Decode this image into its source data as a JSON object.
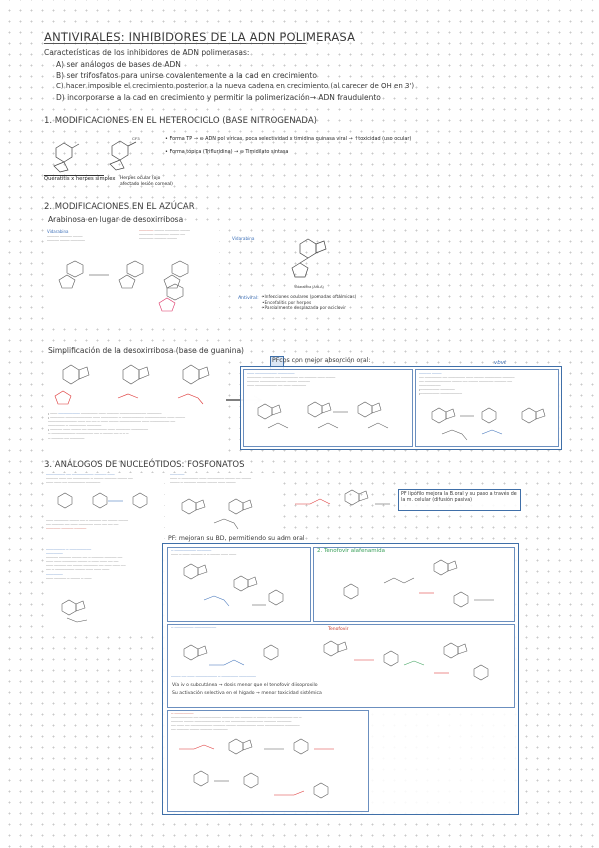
{
  "title": "ANTIVIRALES: INHIBIDORES DE LA ADN POLIMERASA",
  "intro": {
    "heading": "Características de los inhibidores de ADN polimerasas:",
    "items": [
      "A) ser análogos de bases de ADN",
      "B) ser trifosfatos para unirse covalentemente a la cad en crecimiento",
      "C) hacer imposible el crecimiento posterior a la nueva cadena en crecimiento (al carecer de OH en 3')",
      "D) incorporarse a la cad en crecimiento y permitir la polimerización→ ADN fraudulento"
    ]
  },
  "section1": {
    "heading": "1. MODIFICACIONES EN EL HETEROCICLO (BASE NITROGENADA)",
    "label_left": "Queratitis x herpes simplex",
    "label_right": "Herpes ocular (ojo afectado lesión corneal)",
    "bullet1": "• Forma TP → ⊖ ADN pol víricas, poca selectividad x timidina quinasa viral → ↑toxicidad (uso ocular)",
    "bullet2": "• Forma tópica (Trifluridina) → ⊖ Timidilato sintasa"
  },
  "section2": {
    "heading": "2. MODIFICACIONES EN EL AZÚCAR",
    "subheading": "Arabinosa en lugar de desoxirribosa",
    "vidarabina_label": "Vidarabina",
    "vidarabina_label2": "Vidarabina",
    "antiviral_label": "Antiviral:",
    "antiviral_items": [
      "•Infecciones oculares (pomadas oftálmicas)",
      "•Encefalitis por herpes",
      "•Parcialmente desplazada por aciclovir"
    ],
    "simplificacion": "Simplificación de la desoxirribosa (base de guanina)",
    "pfcos": "PFcos con mejor absorción oral:",
    "pfcos_tag": "vbvt"
  },
  "section3": {
    "heading": "3. ANÁLOGOS DE NUCLEÓTIDOS: FOSFONATOS",
    "pf_note": "PF lipófilo mejora la B.oral y su paso a través de la m. celular (difusión pasiva)",
    "pf_box": "PF: mejoran su BD, permitiendo su adm oral",
    "green_label": "2. Tenofovir alafenamida",
    "red_label": "Tenofovir",
    "note_a": "Vía iv o subcutánea → dosis menor que el tenofovir diisoproxilo",
    "note_b": "Su activación selectiva en el hígado → menor toxicidad sistémica"
  },
  "icons": {
    "arrow": "right-arrow-icon"
  },
  "colors": {
    "accent": "#3f6fa8",
    "red": "#c0392b",
    "green": "#3aa05a"
  }
}
